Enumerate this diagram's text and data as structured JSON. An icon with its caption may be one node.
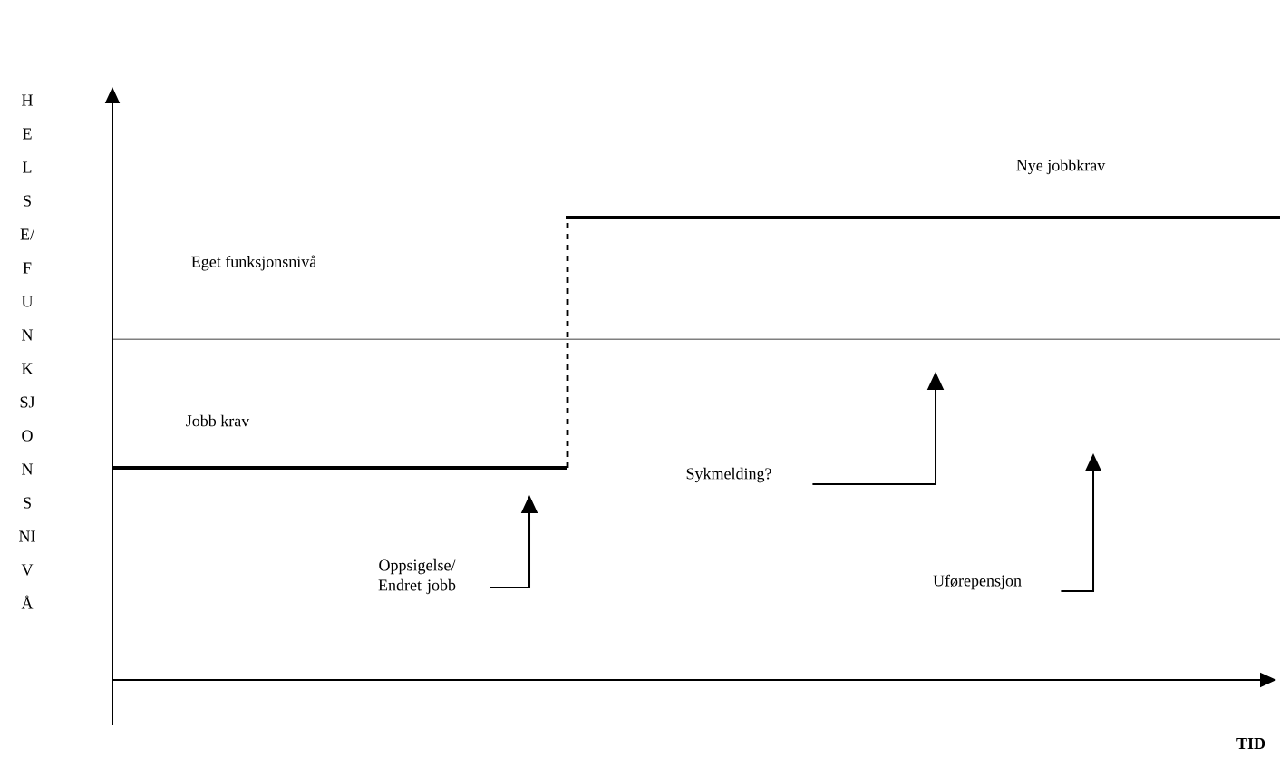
{
  "diagram": {
    "nodes": [
      {
        "text": [
          "Oppsigelse/ Endret jobb"
        ]
      },
      {
        "text": [
          "Sykmelding?"
        ]
      },
      {
        "text": [
          "Uførepensjon"
        ]
      }
    ],
    "edges": [
      {
        "from": 0,
        "to": null,
        "arrow": "to"
      },
      {
        "from": 1,
        "to": null,
        "arrow": "to"
      },
      {
        "from": 2,
        "to": null,
        "arrow": "to"
      }
    ],
    "labels": [
      "HELSE/FUNKSJONSNIVÅ",
      "Nye jobbkrav",
      "Eget funksjonsnivå",
      "Jobb krav",
      "TID"
    ]
  }
}
